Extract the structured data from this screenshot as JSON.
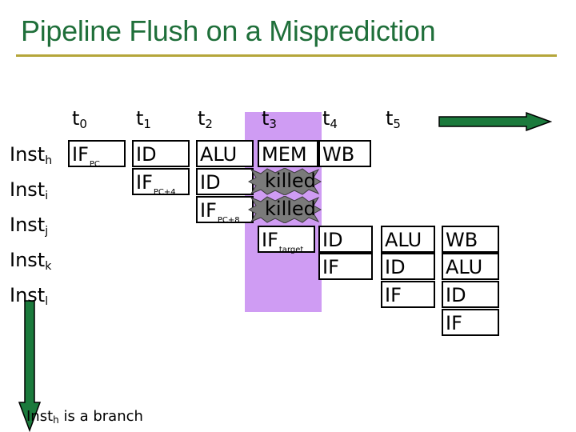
{
  "title": "Pipeline Flush on a Misprediction",
  "time_labels": [
    {
      "base": "t",
      "sub": "0"
    },
    {
      "base": "t",
      "sub": "1"
    },
    {
      "base": "t",
      "sub": "2"
    },
    {
      "base": "t",
      "sub": "3"
    },
    {
      "base": "t",
      "sub": "4"
    },
    {
      "base": "t",
      "sub": "5"
    }
  ],
  "instructions": [
    {
      "base": "Inst",
      "sub": "h"
    },
    {
      "base": "Inst",
      "sub": "i"
    },
    {
      "base": "Inst",
      "sub": "j"
    },
    {
      "base": "Inst",
      "sub": "k"
    },
    {
      "base": "Inst",
      "sub": "l"
    }
  ],
  "stages": {
    "if_pc": {
      "base": "IF",
      "sub": "PC"
    },
    "if_pc4": {
      "base": "IF",
      "sub": "PC+4"
    },
    "if_pc8": {
      "base": "IF",
      "sub": "PC+8"
    },
    "if_target": {
      "base": "IF",
      "sub": "target"
    },
    "id": "ID",
    "alu": "ALU",
    "mem": "MEM",
    "wb": "WB",
    "if": "IF",
    "killed": "killed"
  },
  "note": {
    "base": "Inst",
    "sub": "h",
    "rest": " is a branch"
  },
  "colors": {
    "title": "#1f6f3a",
    "rule": "#b5a63a",
    "kill_zone": "#cf9cf3",
    "arrow": "#1b7a3c"
  }
}
